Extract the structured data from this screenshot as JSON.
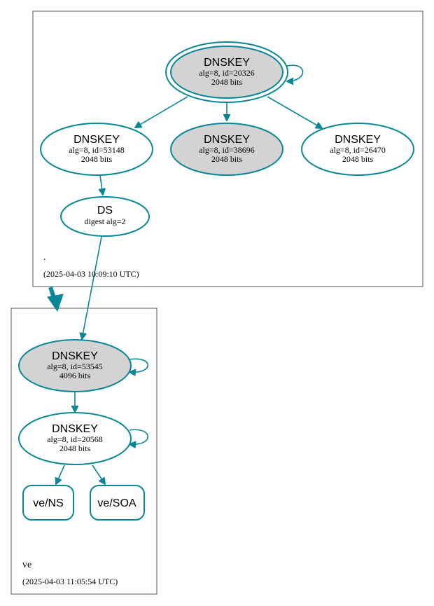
{
  "colors": {
    "edge": "#0a8796",
    "highlight_fill": "#d3d3d3",
    "cluster_border": "#555555"
  },
  "root_zone": {
    "name": ".",
    "timestamp": "(2025-04-03 10:09:10 UTC)",
    "ksk": {
      "title": "DNSKEY",
      "detail": "alg=8, id=20326",
      "bits": "2048 bits"
    },
    "zsk1": {
      "title": "DNSKEY",
      "detail": "alg=8, id=53148",
      "bits": "2048 bits"
    },
    "zsk2": {
      "title": "DNSKEY",
      "detail": "alg=8, id=38696",
      "bits": "2048 bits"
    },
    "zsk3": {
      "title": "DNSKEY",
      "detail": "alg=8, id=26470",
      "bits": "2048 bits"
    },
    "ds": {
      "title": "DS",
      "detail": "digest alg=2"
    }
  },
  "ve_zone": {
    "name": "ve",
    "timestamp": "(2025-04-03 11:05:54 UTC)",
    "ksk": {
      "title": "DNSKEY",
      "detail": "alg=8, id=53545",
      "bits": "4096 bits"
    },
    "zsk": {
      "title": "DNSKEY",
      "detail": "alg=8, id=20568",
      "bits": "2048 bits"
    },
    "rr_ns": "ve/NS",
    "rr_soa": "ve/SOA"
  }
}
